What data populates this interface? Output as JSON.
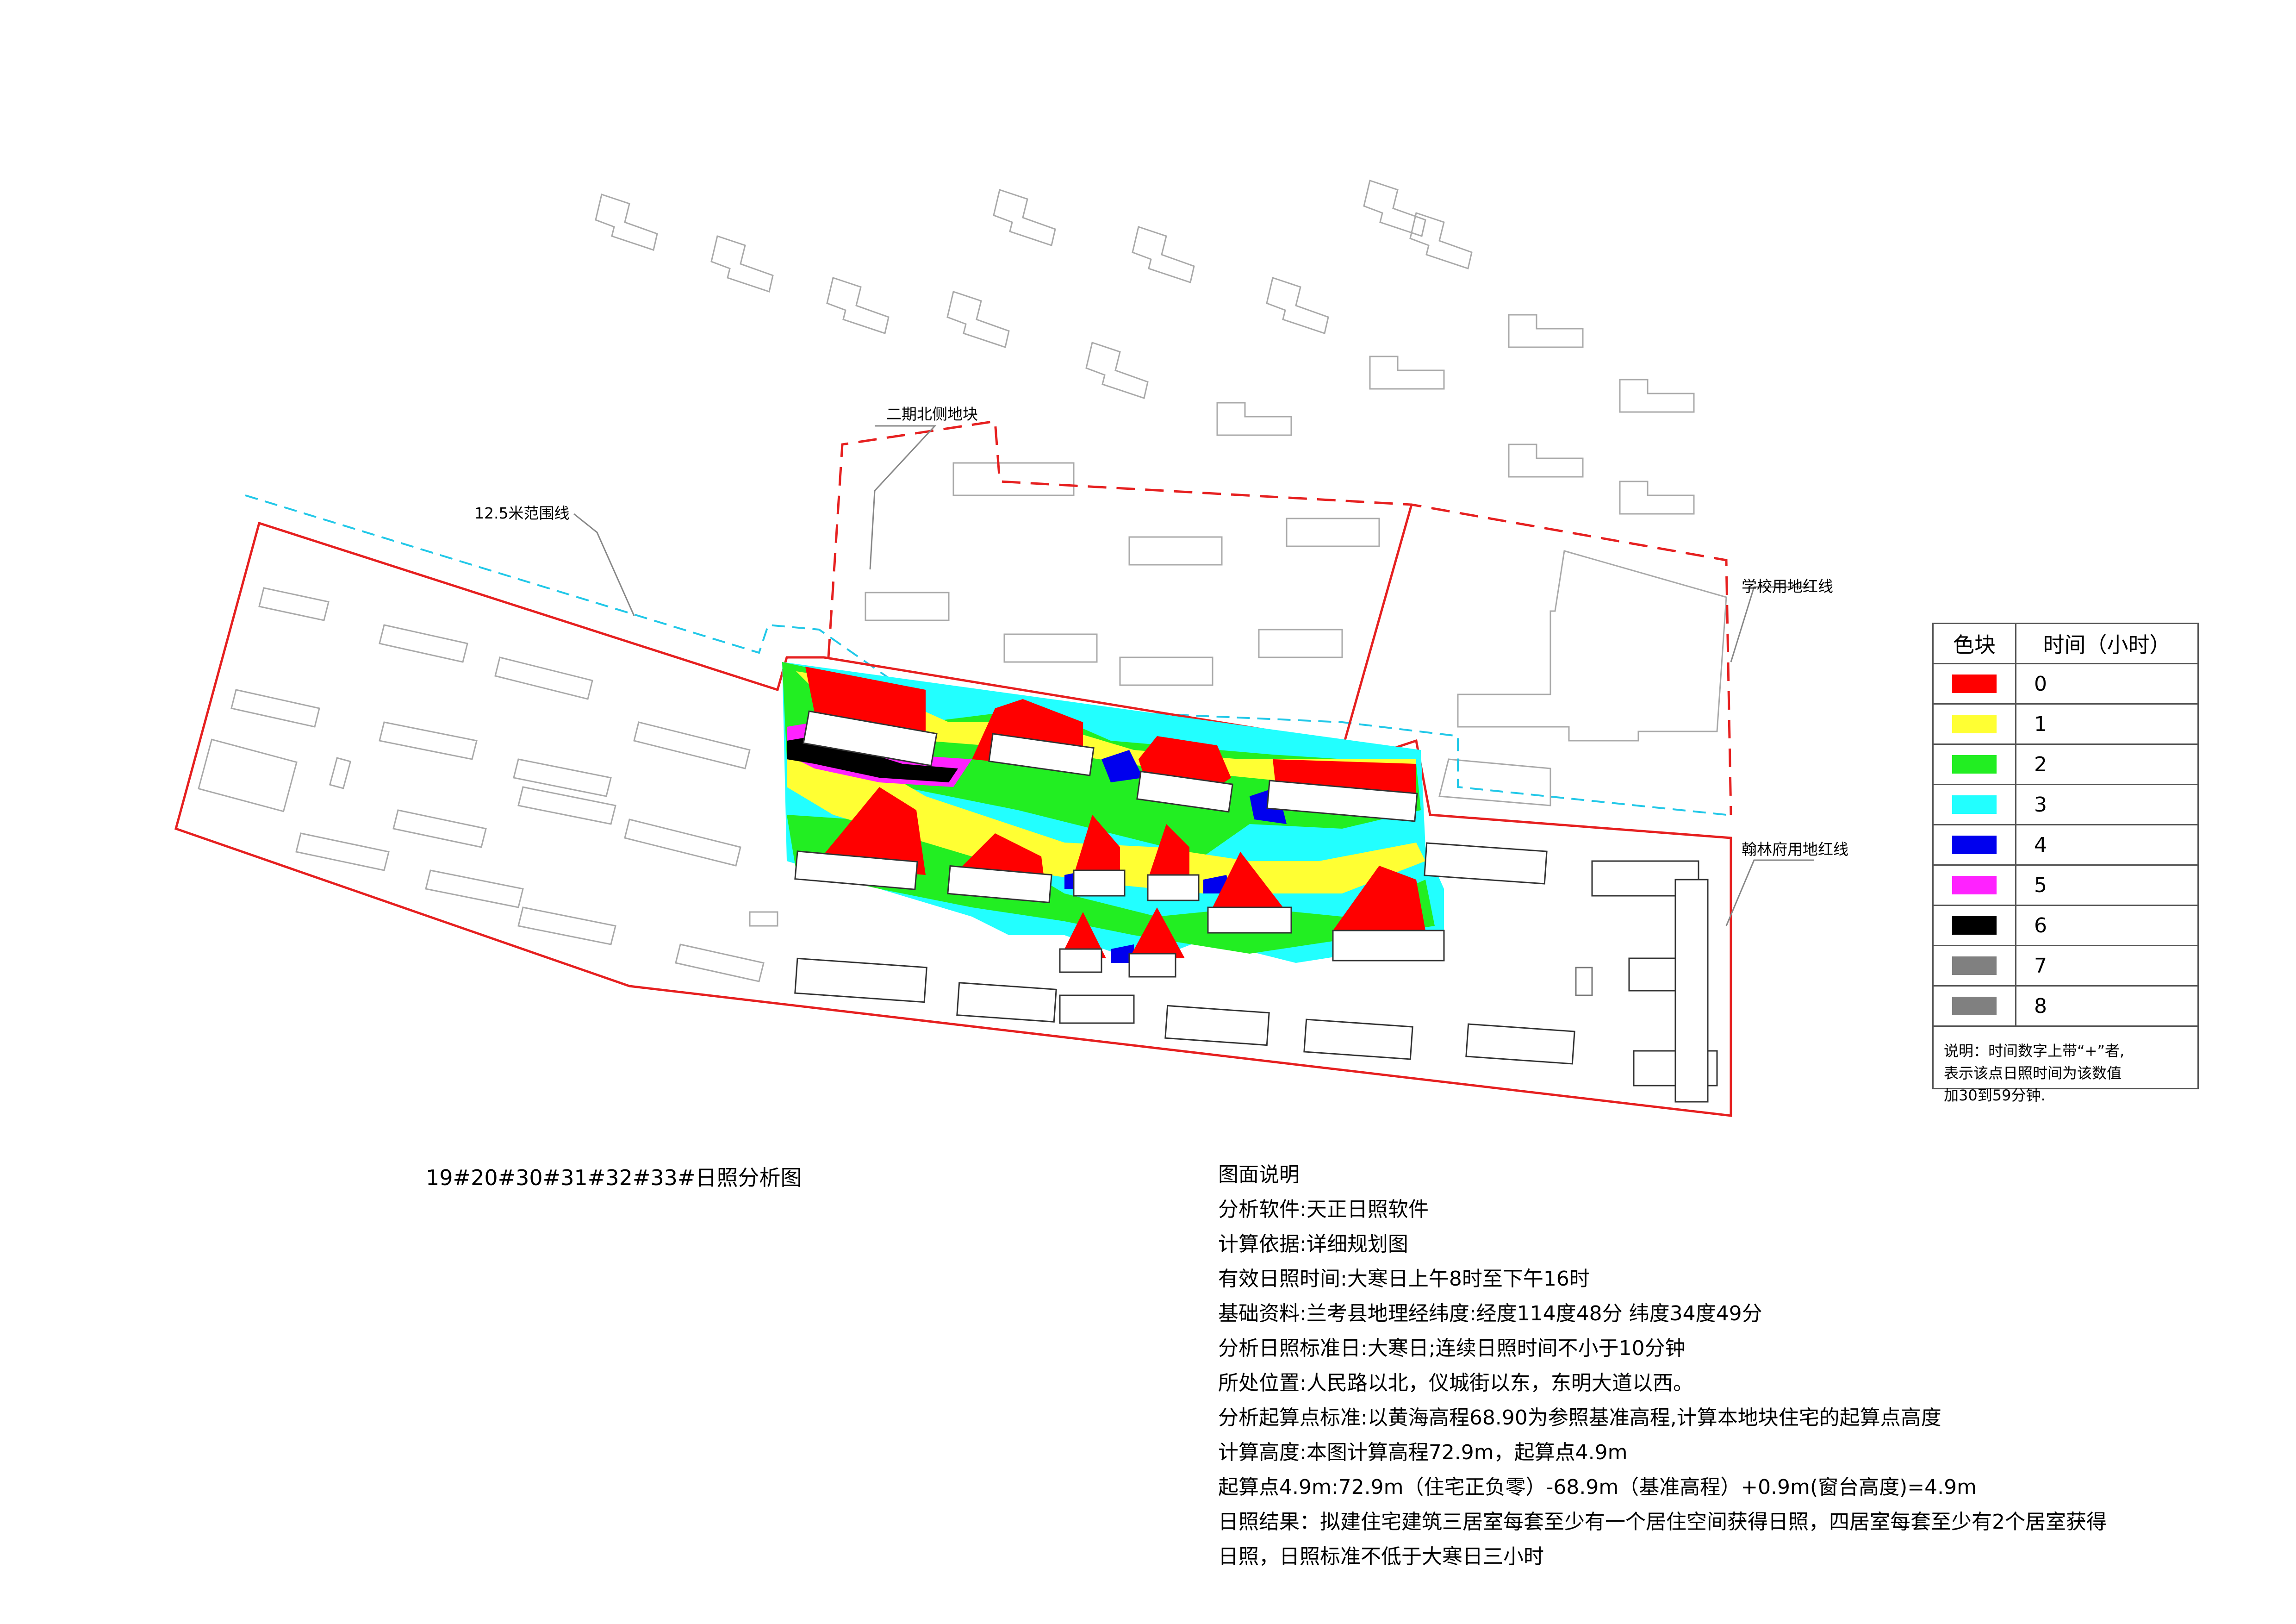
{
  "labels": {
    "phase2_north": "二期北侧地块",
    "range_line": "12.5米范围线",
    "school_line": "学校用地红线",
    "hanlin_line": "翰林府用地红线"
  },
  "legend": {
    "header_color": "色块",
    "header_time": "时间（小时）",
    "items": [
      {
        "color": "#ff0000",
        "hours": "0"
      },
      {
        "color": "#ffff33",
        "hours": "1"
      },
      {
        "color": "#22ee22",
        "hours": "2"
      },
      {
        "color": "#22ffff",
        "hours": "3"
      },
      {
        "color": "#0000ee",
        "hours": "4"
      },
      {
        "color": "#ff22ff",
        "hours": "5"
      },
      {
        "color": "#000000",
        "hours": "6"
      },
      {
        "color": "#808080",
        "hours": "7"
      },
      {
        "color": "#808080",
        "hours": "8"
      }
    ],
    "note_lines": [
      "说明：时间数字上带“+”者,",
      "表示该点日照时间为该数值",
      "加30到59分钟."
    ]
  },
  "drawing_title": "19#20#30#31#32#33#日照分析图",
  "notes": {
    "heading": "图面说明",
    "lines": [
      "分析软件:天正日照软件",
      "计算依据:详细规划图",
      "有效日照时间:大寒日上午8时至下午16时",
      "基础资料:兰考县地理经纬度:经度114度48分     纬度34度49分",
      "分析日照标准日:大寒日;连续日照时间不小于10分钟",
      "所处位置:人民路以北，仪城街以东，东明大道以西。",
      "分析起算点标准:以黄海高程68.90为参照基准高程,计算本地块住宅的起算点高度",
      "计算高度:本图计算高程72.9m，起算点4.9m",
      "起算点4.9m:72.9m（住宅正负零）-68.9m（基准高程）+0.9m(窗台高度)=4.9m",
      "日照结果：拟建住宅建筑三居室每套至少有一个居住空间获得日照，四居室每套至少有2个居室获得",
      "日照，日照标准不低于大寒日三小时"
    ]
  }
}
